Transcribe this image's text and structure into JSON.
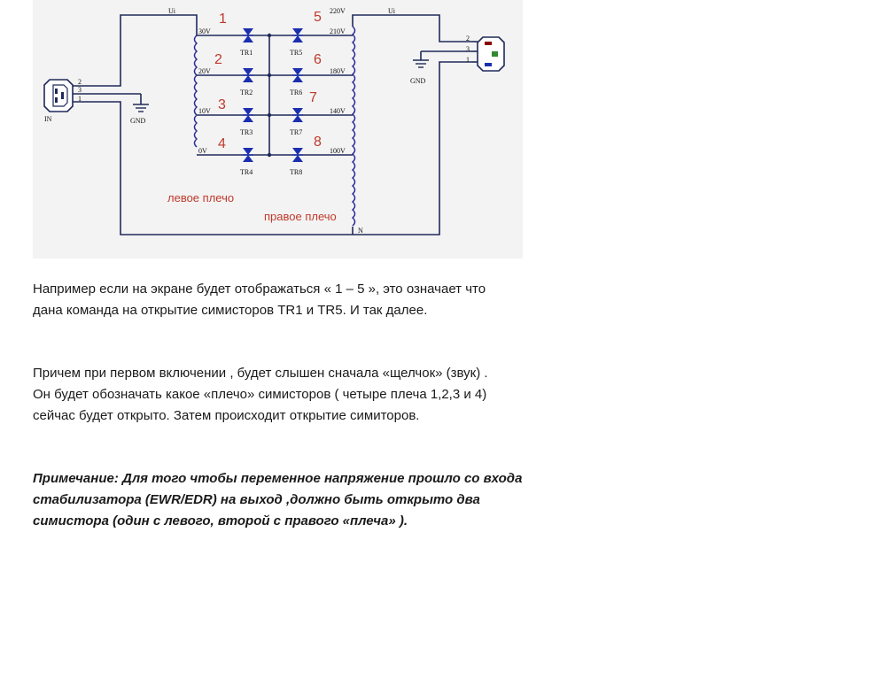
{
  "schematic": {
    "left_supply_label": "Ui",
    "right_supply_label": "Ui",
    "input_connector_label": "IN",
    "input_pins": [
      "2",
      "3",
      "1"
    ],
    "output_pins": [
      "2",
      "3",
      "1"
    ],
    "ground_label": "GND",
    "neutral_label": "N",
    "left_taps": [
      "30V",
      "20V",
      "10V",
      "0V"
    ],
    "right_taps": [
      "220V",
      "210V",
      "180V",
      "140V",
      "100V"
    ],
    "left_triacs": [
      "TR1",
      "TR2",
      "TR3",
      "TR4"
    ],
    "right_triacs": [
      "TR5",
      "TR6",
      "TR7",
      "TR8"
    ],
    "left_numbers": [
      "1",
      "2",
      "3",
      "4"
    ],
    "right_numbers": [
      "5",
      "6",
      "7",
      "8"
    ],
    "left_arm_label": "левое плечо",
    "right_arm_label": "правое плечо",
    "colors": {
      "wire": "#1f2a5a",
      "coil": "#2a2a9a",
      "triac": "#1b2fae",
      "annotation": "#c0392b",
      "background": "#f3f3f3"
    }
  },
  "text": {
    "p1_line1": "Например  если на экране  будет отображаться  « 1 – 5 », это означает что",
    "p1_line2": "дана команда на открытие симисторов  TR1  и TR5.  И так далее.",
    "p2_line1": "Причем при первом включении , будет слышен сначала «щелчок»  (звук) .",
    "p2_line2": "Он будет обозначать какое «плечо» симисторов ( четыре плеча 1,2,3 и 4)",
    "p2_line3": "сейчас будет открыто. Затем происходит открытие симиторов.",
    "p3_line1": "Примечание: Для того чтобы переменное напряжение прошло со входа",
    "p3_line2": "стабилизатора (EWR/EDR) на выход ,должно быть открыто два",
    "p3_line3": "симистора (один с левого, второй с правого «плеча»  )."
  }
}
